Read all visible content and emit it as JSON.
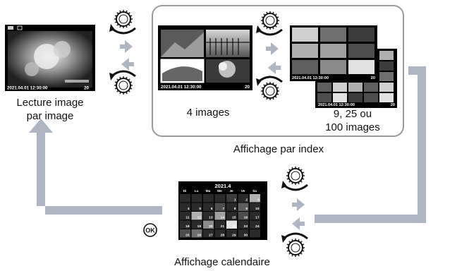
{
  "single": {
    "title_line1": "Lecture image",
    "title_line2": "par image",
    "timestamp": "2021.04.01 12:30:00",
    "frame_no": "20"
  },
  "index_group": {
    "caption": "Affichage par index",
    "four": {
      "label": "4 images",
      "timestamp": "2021.04.01 12:30:00",
      "frame_no": "20"
    },
    "many": {
      "label_line1": "9, 25 ou",
      "label_line2": "100 images",
      "timestamp": "2021.04.01 12:30:00",
      "frame_no": "20"
    }
  },
  "calendar": {
    "caption": "Affichage calendaire",
    "month": "2021.4",
    "weekdays": [
      "Di",
      "Lu",
      "Ma",
      "Me",
      "Je",
      "Ve",
      "Sa"
    ],
    "days": [
      "",
      "",
      "",
      "",
      "1",
      "2",
      "3",
      "4",
      "5",
      "6",
      "7",
      "8",
      "9",
      "10",
      "11",
      "12",
      "13",
      "14",
      "15",
      "16",
      "17",
      "18",
      "19",
      "20",
      "21",
      "22",
      "23",
      "24",
      "25",
      "26",
      "27",
      "28",
      "29",
      "30",
      ""
    ]
  },
  "ok_button": "OK",
  "colors": {
    "connector": "#aeb6c3",
    "arrow_white": "#ffffff",
    "panel_border": "#9a9a9a"
  },
  "icons": [
    "dial-icon",
    "arrow-right-icon",
    "arrow-left-icon",
    "ok-button-icon"
  ]
}
